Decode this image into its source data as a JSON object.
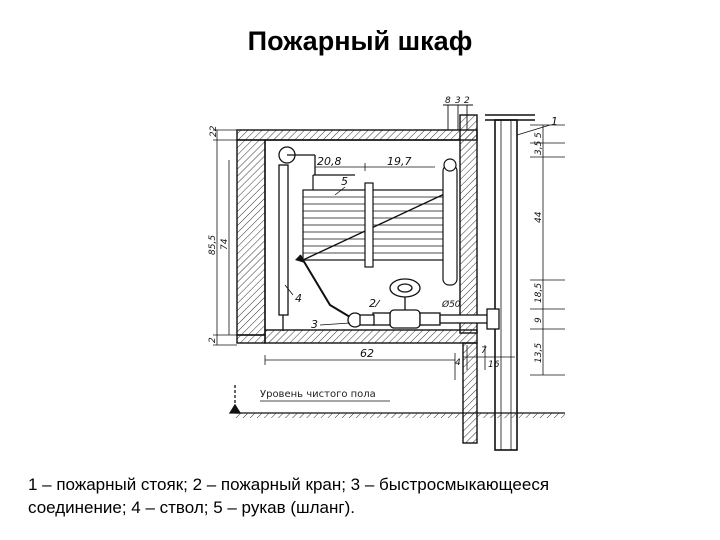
{
  "title": "Пожарный шкаф",
  "caption": {
    "line1": "1 – пожарный стояк; 2 – пожарный кран; 3 – быстросмыкающееся",
    "line2": "соединение; 4 – ствол; 5 – рукав (шланг)."
  },
  "drawing": {
    "part_labels": {
      "p1": "1",
      "p2": "2",
      "p3": "3",
      "p4": "4",
      "p5": "5"
    },
    "top_labels": {
      "t8": "8",
      "t3": "3",
      "t2": "2"
    },
    "dimensions": {
      "d20_8": "20,8",
      "d19_7": "19,7",
      "d62": "62",
      "d22": "22",
      "d85_5": "85,5",
      "d74": "74",
      "d2": "2",
      "d5": "5",
      "d3_5": "3,5",
      "d44": "44",
      "d18_5": "18,5",
      "d9": "9",
      "d13_5": "13,5",
      "d7": "7",
      "d4": "4",
      "d16": "16",
      "phi50": "Ø50"
    },
    "floor_label": "Уровень чистого пола"
  }
}
